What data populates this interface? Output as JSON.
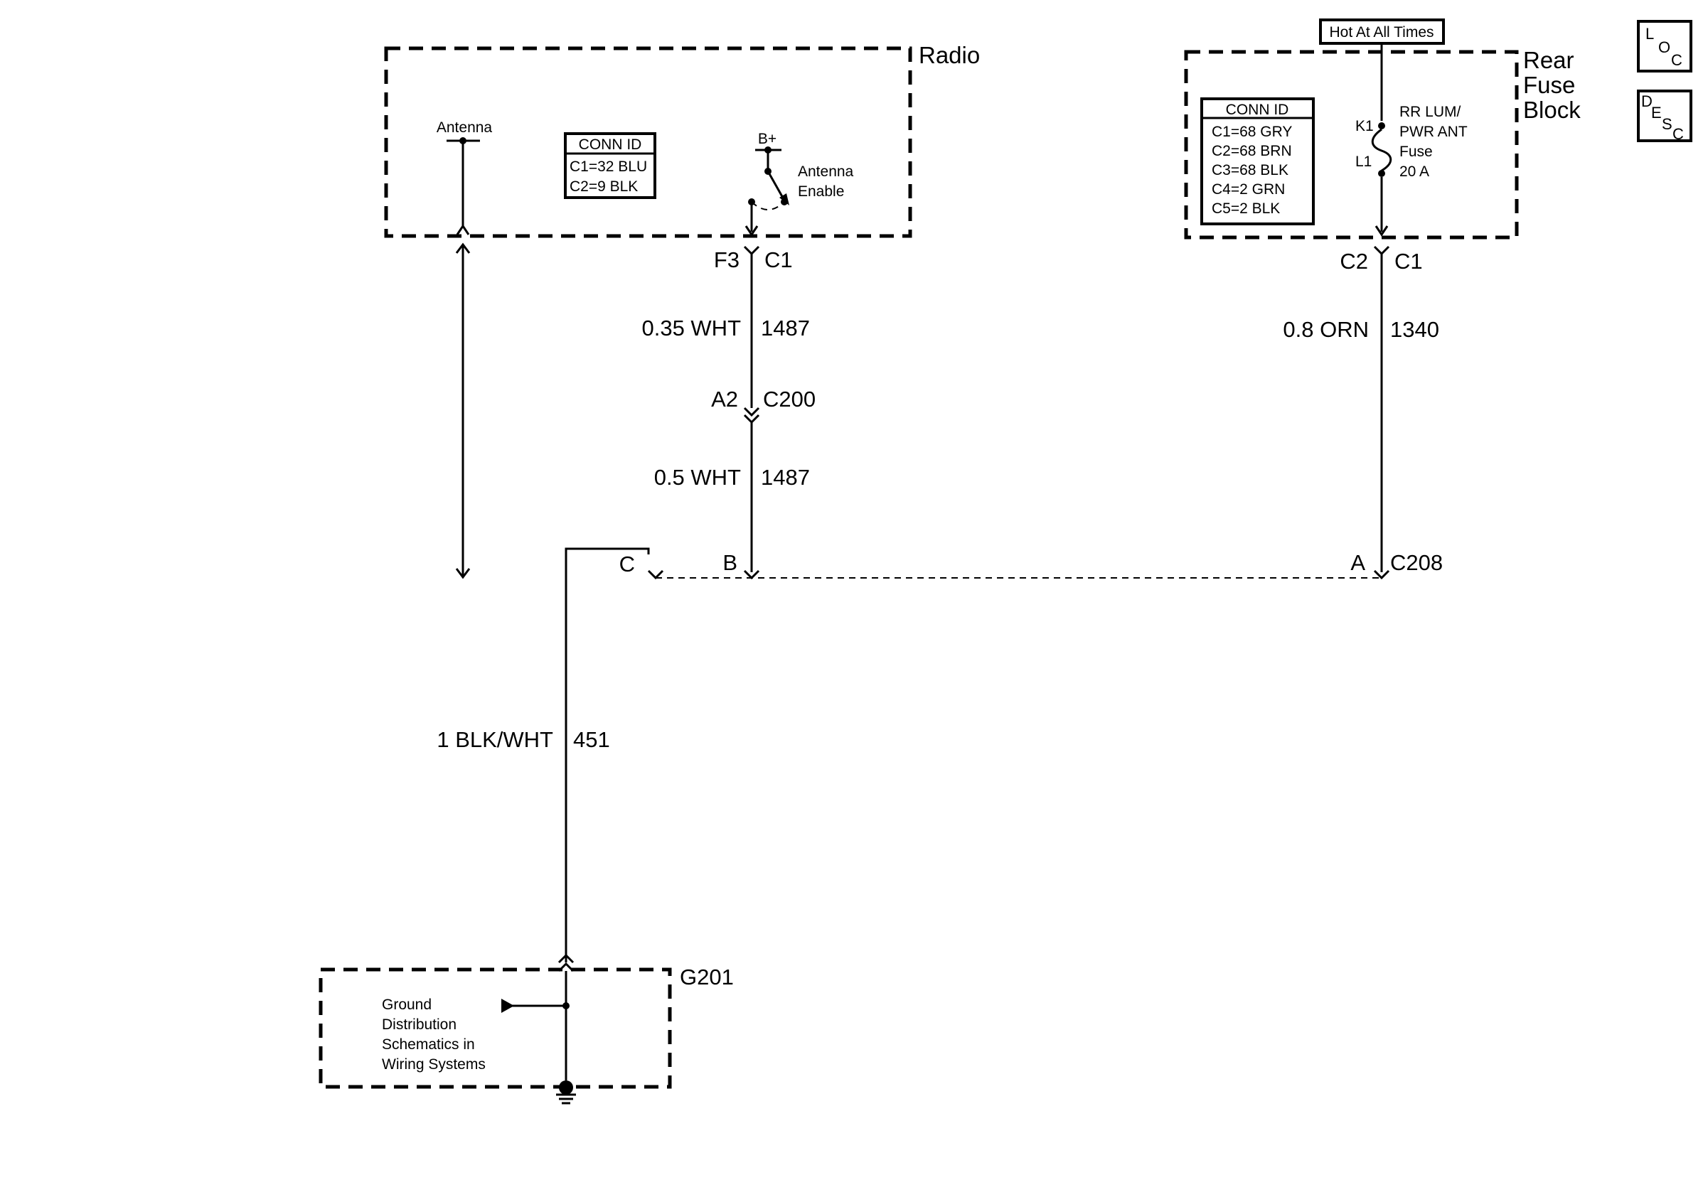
{
  "radio": {
    "title": "Radio",
    "antenna_label": "Antenna",
    "conn_id": {
      "header": "CONN ID",
      "rows": [
        "C1=32 BLU",
        "C2=9 BLK"
      ]
    },
    "bplus_label": "B+",
    "antenna_enable": [
      "Antenna",
      "Enable"
    ]
  },
  "fuse_block": {
    "title": [
      "Rear",
      "Fuse",
      "Block"
    ],
    "hot_label": "Hot At All Times",
    "conn_id": {
      "header": "CONN ID",
      "rows": [
        "C1=68 GRY",
        "C2=68 BRN",
        "C3=68 BLK",
        "C4=2 GRN",
        "C5=2 BLK"
      ]
    },
    "k1": "K1",
    "l1": "L1",
    "fuse_text": [
      "RR LUM/",
      "PWR ANT",
      "Fuse",
      "20 A"
    ]
  },
  "circuit_1487": {
    "pin_left": "F3",
    "conn_right": "C1",
    "upper_wire": "0.35 WHT",
    "upper_circuit": "1487",
    "c200_pin": "A2",
    "c200_label": "C200",
    "lower_wire": "0.5 WHT",
    "lower_circuit": "1487"
  },
  "circuit_1340": {
    "pin_left": "C2",
    "conn_right": "C1",
    "wire": "0.8 ORN",
    "circuit": "1340"
  },
  "c208": {
    "label": "C208",
    "pin_a": "A",
    "pin_b": "B",
    "pin_c": "C"
  },
  "circuit_451": {
    "wire": "1 BLK/WHT",
    "circuit": "451"
  },
  "ground": {
    "label": "G201",
    "text": [
      "Ground",
      "Distribution",
      "Schematics in",
      "Wiring Systems"
    ]
  },
  "icons": {
    "loc": {
      "l": "L",
      "o": "O",
      "c": "C"
    },
    "desc": {
      "d": "D",
      "e": "E",
      "s": "S",
      "c": "C"
    }
  }
}
